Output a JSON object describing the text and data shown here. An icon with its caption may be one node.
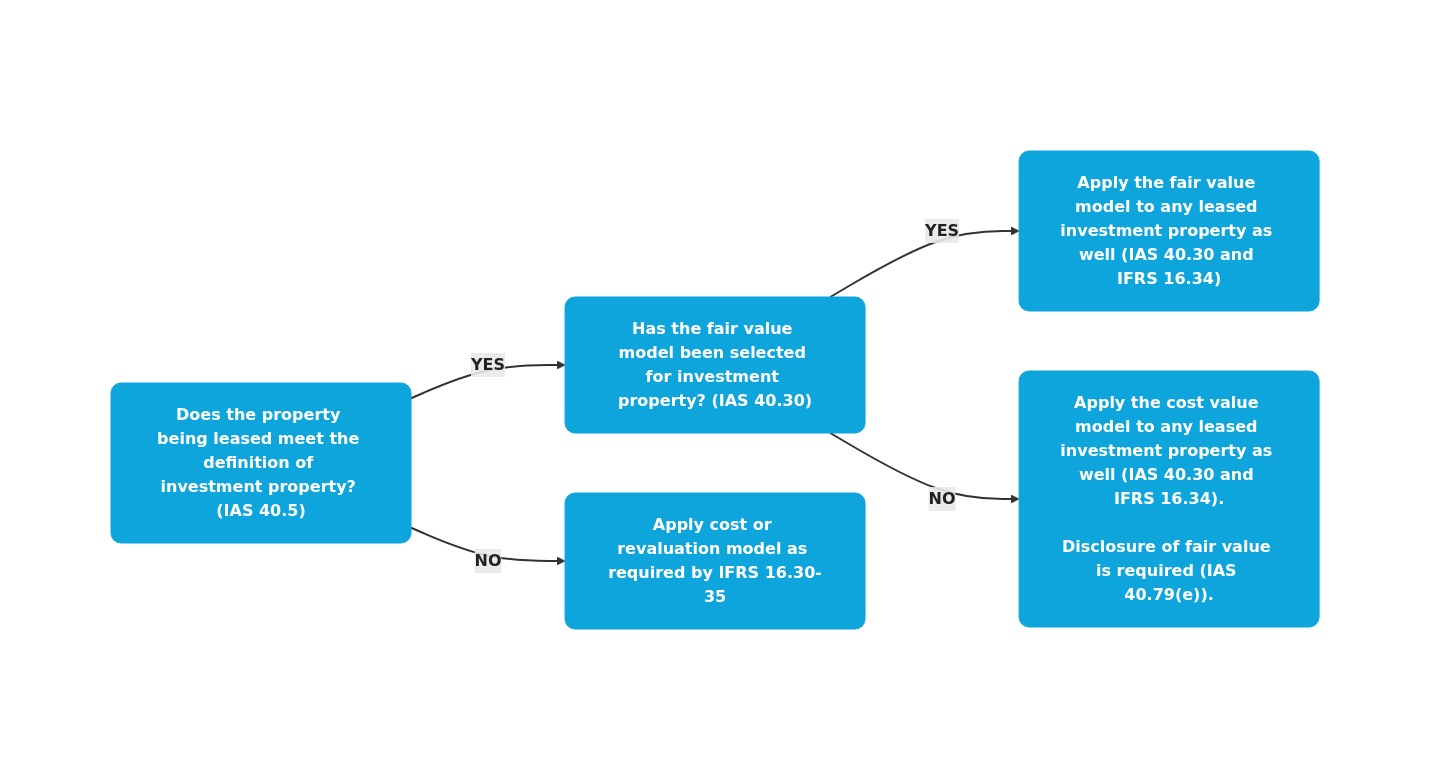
{
  "diagram": {
    "nodes": [
      {
        "text": [
          "Does the property being leased meet the definition of investment property? (IAS 40.5)"
        ]
      },
      {
        "text": [
          "Has the fair value model been selected for investment property? (IAS 40.30)"
        ]
      },
      {
        "text": [
          "Apply the fair value model to any leased investment property as well (IAS 40.30 and IFRS 16.34)"
        ]
      },
      {
        "text": [
          "Apply cost or revaluation model as required by IFRS 16.30-35"
        ]
      },
      {
        "text": [
          "Apply the cost value model to any leased investment property as well (IAS 40.30 and IFRS 16.34).",
          "Disclosure of fair value is required (IAS 40.79(e))."
        ]
      }
    ],
    "edges": [
      {
        "from": 0,
        "to": 1,
        "arrow": "to",
        "label": "YES"
      },
      {
        "from": 0,
        "to": 3,
        "arrow": "to",
        "label": "NO"
      },
      {
        "from": 1,
        "to": 2,
        "arrow": "to",
        "label": "YES"
      },
      {
        "from": 1,
        "to": 4,
        "arrow": "to",
        "label": "NO"
      }
    ]
  }
}
